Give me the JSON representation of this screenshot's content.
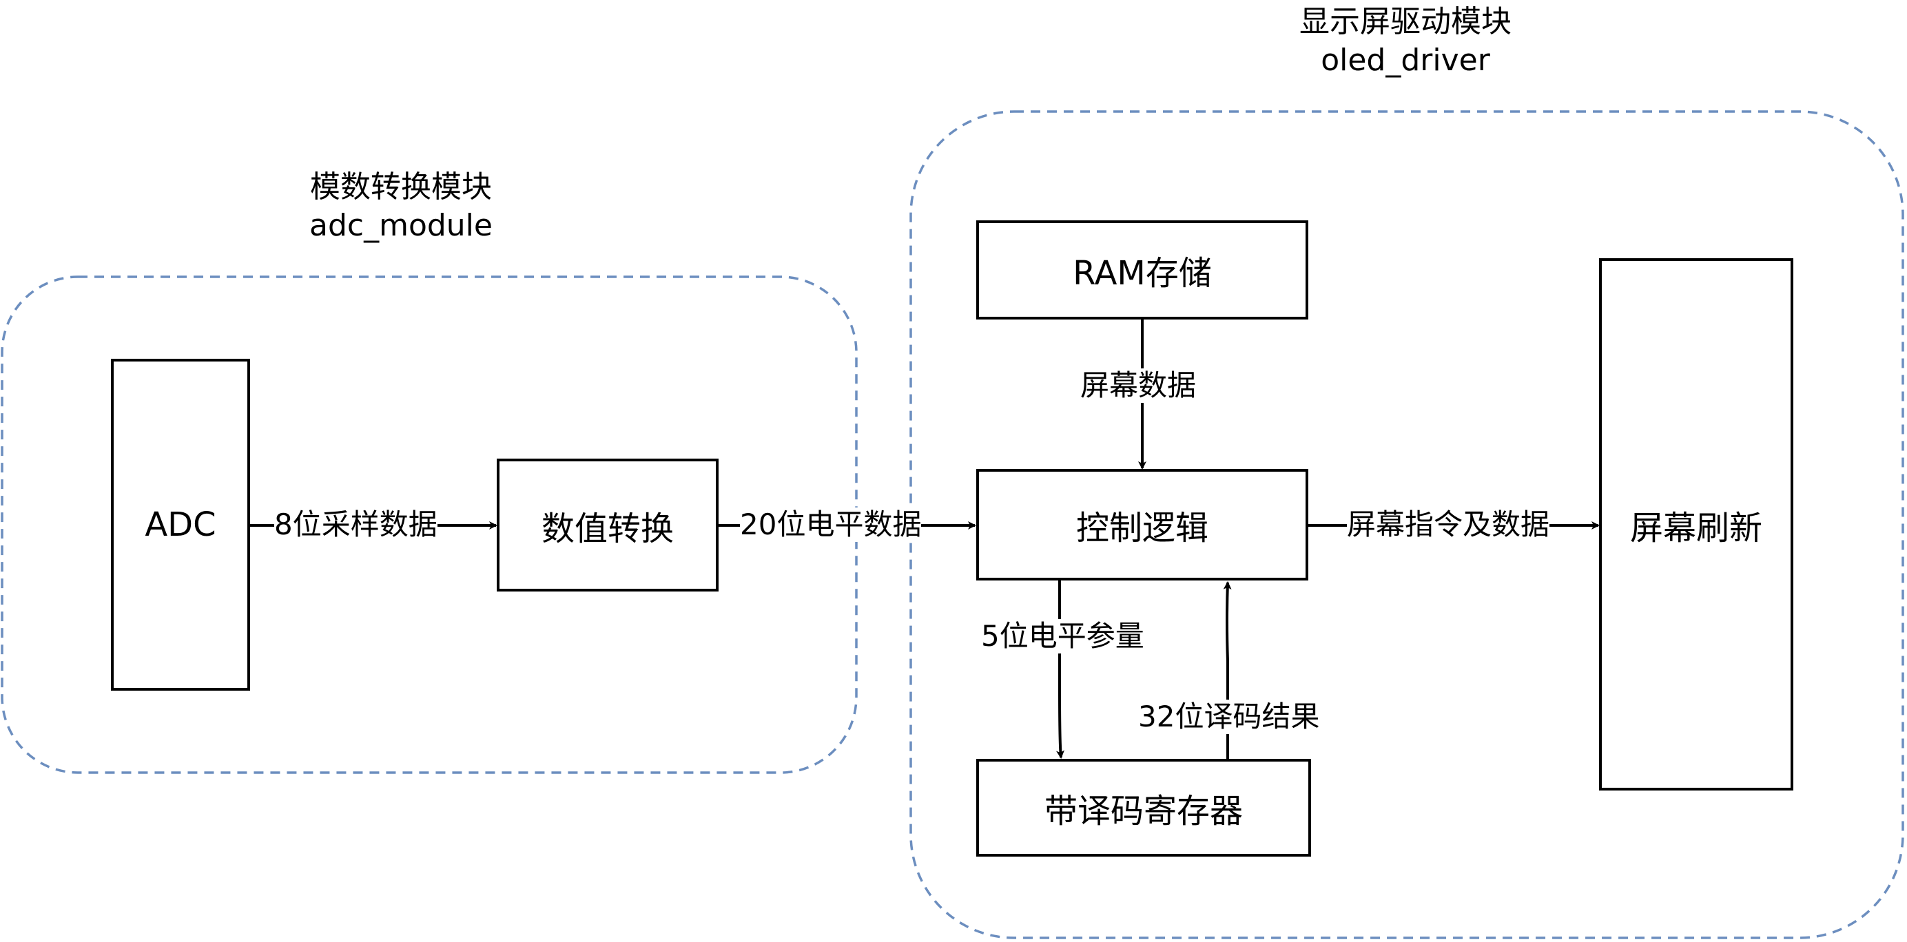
{
  "groups": {
    "adc": {
      "title": "模数转换模块",
      "subtitle": "adc_module"
    },
    "oled": {
      "title": "显示屏驱动模块",
      "subtitle": "oled_driver"
    }
  },
  "nodes": {
    "adc": "ADC",
    "convert": "数值转换",
    "ram": "RAM存储",
    "control": "控制逻辑",
    "decoder": "带译码寄存器",
    "refresh": "屏幕刷新"
  },
  "edges": {
    "adc_to_convert": "8位采样数据",
    "convert_to_control": "20位电平数据",
    "ram_to_control": "屏幕数据",
    "control_to_refresh": "屏幕指令及数据",
    "control_to_decoder": "5位电平参量",
    "decoder_to_control": "32位译码结果"
  },
  "colors": {
    "group_border": "#6c8ebf",
    "stroke": "#000000"
  }
}
